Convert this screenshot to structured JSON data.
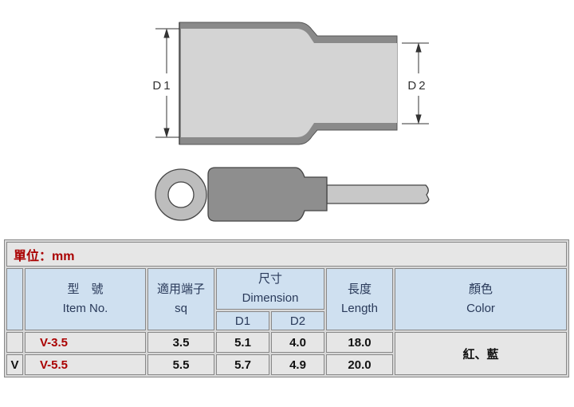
{
  "drawing": {
    "d1_label": "D1",
    "d2_label": "D2"
  },
  "table": {
    "unit": "單位：mm",
    "headers": {
      "item_zh": "型　號",
      "item_en": "Item No.",
      "sq_zh": "適用端子",
      "sq_en": "sq",
      "dim_zh": "尺寸",
      "dim_en": "Dimension",
      "d1": "D1",
      "d2": "D2",
      "len_zh": "長度",
      "len_en": "Length",
      "color_zh": "顏色",
      "color_en": "Color"
    },
    "rows": [
      {
        "marker": "",
        "item": "V-3.5",
        "sq": "3.5",
        "d1": "5.1",
        "d2": "4.0",
        "length": "18.0"
      },
      {
        "marker": "V",
        "item": "V-5.5",
        "sq": "5.5",
        "d1": "5.7",
        "d2": "4.9",
        "length": "20.0"
      }
    ],
    "color_value": "紅、藍"
  }
}
